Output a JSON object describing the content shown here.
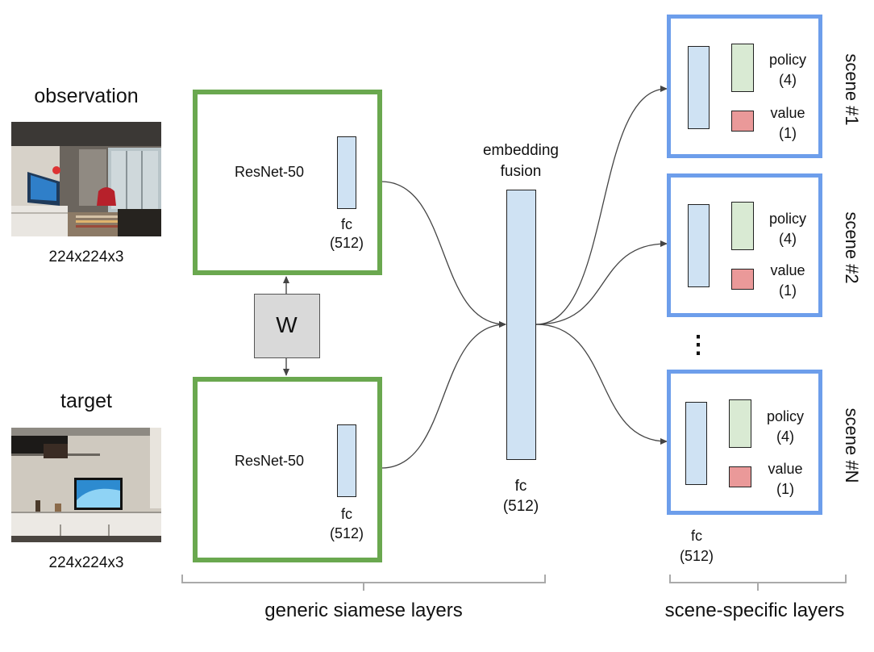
{
  "inputs": {
    "observation_label": "observation",
    "observation_size": "224x224x3",
    "target_label": "target",
    "target_size": "224x224x3"
  },
  "siamese": {
    "resnet_label": "ResNet-50",
    "fc_label": "fc",
    "fc_units": "(512)",
    "shared_weights_label": "W"
  },
  "fusion": {
    "title_line1": "embedding",
    "title_line2": "fusion",
    "fc_label": "fc",
    "fc_units": "(512)"
  },
  "scenes": [
    {
      "name": "scene #1",
      "policy_label": "policy",
      "policy_units": "(4)",
      "value_label": "value",
      "value_units": "(1)"
    },
    {
      "name": "scene #2",
      "policy_label": "policy",
      "policy_units": "(4)",
      "value_label": "value",
      "value_units": "(1)"
    },
    {
      "name": "scene #N",
      "policy_label": "policy",
      "policy_units": "(4)",
      "value_label": "value",
      "value_units": "(1)"
    }
  ],
  "ellipsis": "⋮",
  "scene_fc": {
    "label": "fc",
    "units": "(512)"
  },
  "brackets": {
    "generic": "generic siamese layers",
    "specific": "scene-specific layers"
  },
  "colors": {
    "siamese_border": "#6aa84f",
    "scene_border": "#6d9eeb",
    "resnet_fill": "#fdf0cc",
    "fc_fill": "#cfe2f3",
    "policy_fill": "#d9ead3",
    "value_fill": "#ea9999",
    "shared_weights_fill": "#d9d9d9"
  }
}
